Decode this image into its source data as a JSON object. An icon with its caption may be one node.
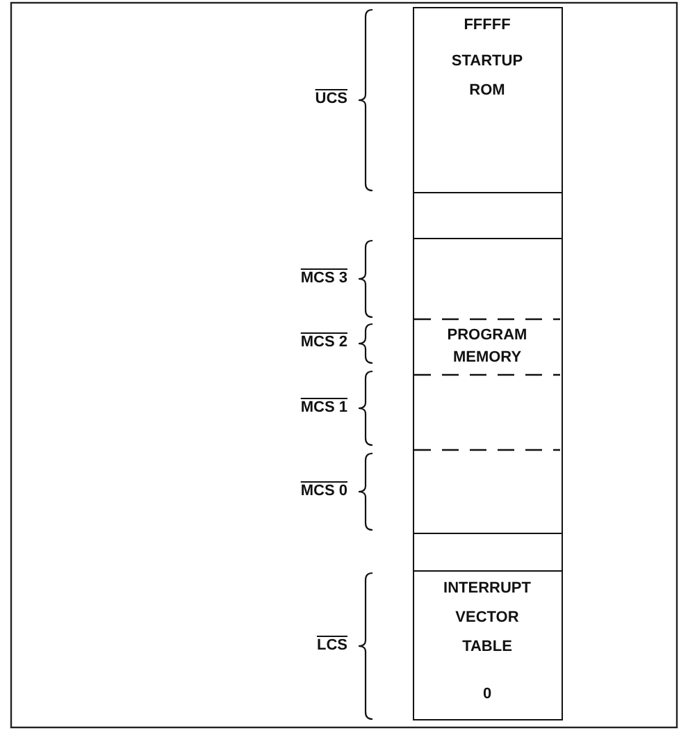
{
  "diagram": {
    "nodes": [
      {
        "text": [
          "FFFFF",
          "STARTUP ROM"
        ]
      },
      {
        "text": [],
        "shape": "box"
      },
      {
        "text": [
          "PROGRAM MEMORY"
        ]
      },
      {
        "text": [],
        "shape": "box"
      },
      {
        "text": [
          "INTERRUPT VECTOR TABLE",
          "0"
        ]
      }
    ],
    "edges": [],
    "labels": [
      "UCS",
      "MCS 3",
      "MCS 2",
      "MCS 1",
      "MCS 0",
      "LCS"
    ]
  }
}
